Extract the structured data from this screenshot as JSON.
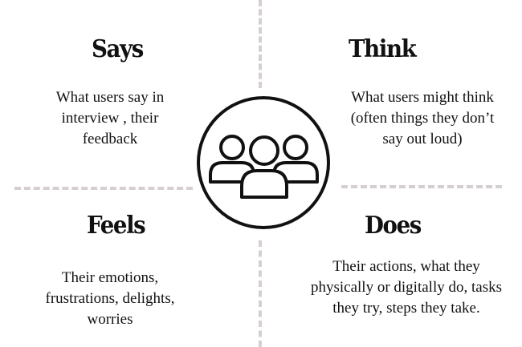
{
  "quadrants": {
    "says": {
      "title": "Says",
      "text": "What users say in interview , their feedback"
    },
    "think": {
      "title": "Think",
      "text": "What users might think (often things they don’t say out loud)"
    },
    "feels": {
      "title": "Feels",
      "text": "Their emotions, frustrations, delights, worries"
    },
    "does": {
      "title": "Does",
      "text": "Their actions, what they physically or digitally do, tasks they try, steps they take."
    }
  },
  "center": {
    "icon": "users-group-icon"
  },
  "colors": {
    "text": "#111111",
    "divider": "#d6cfcf",
    "background": "#ffffff"
  }
}
